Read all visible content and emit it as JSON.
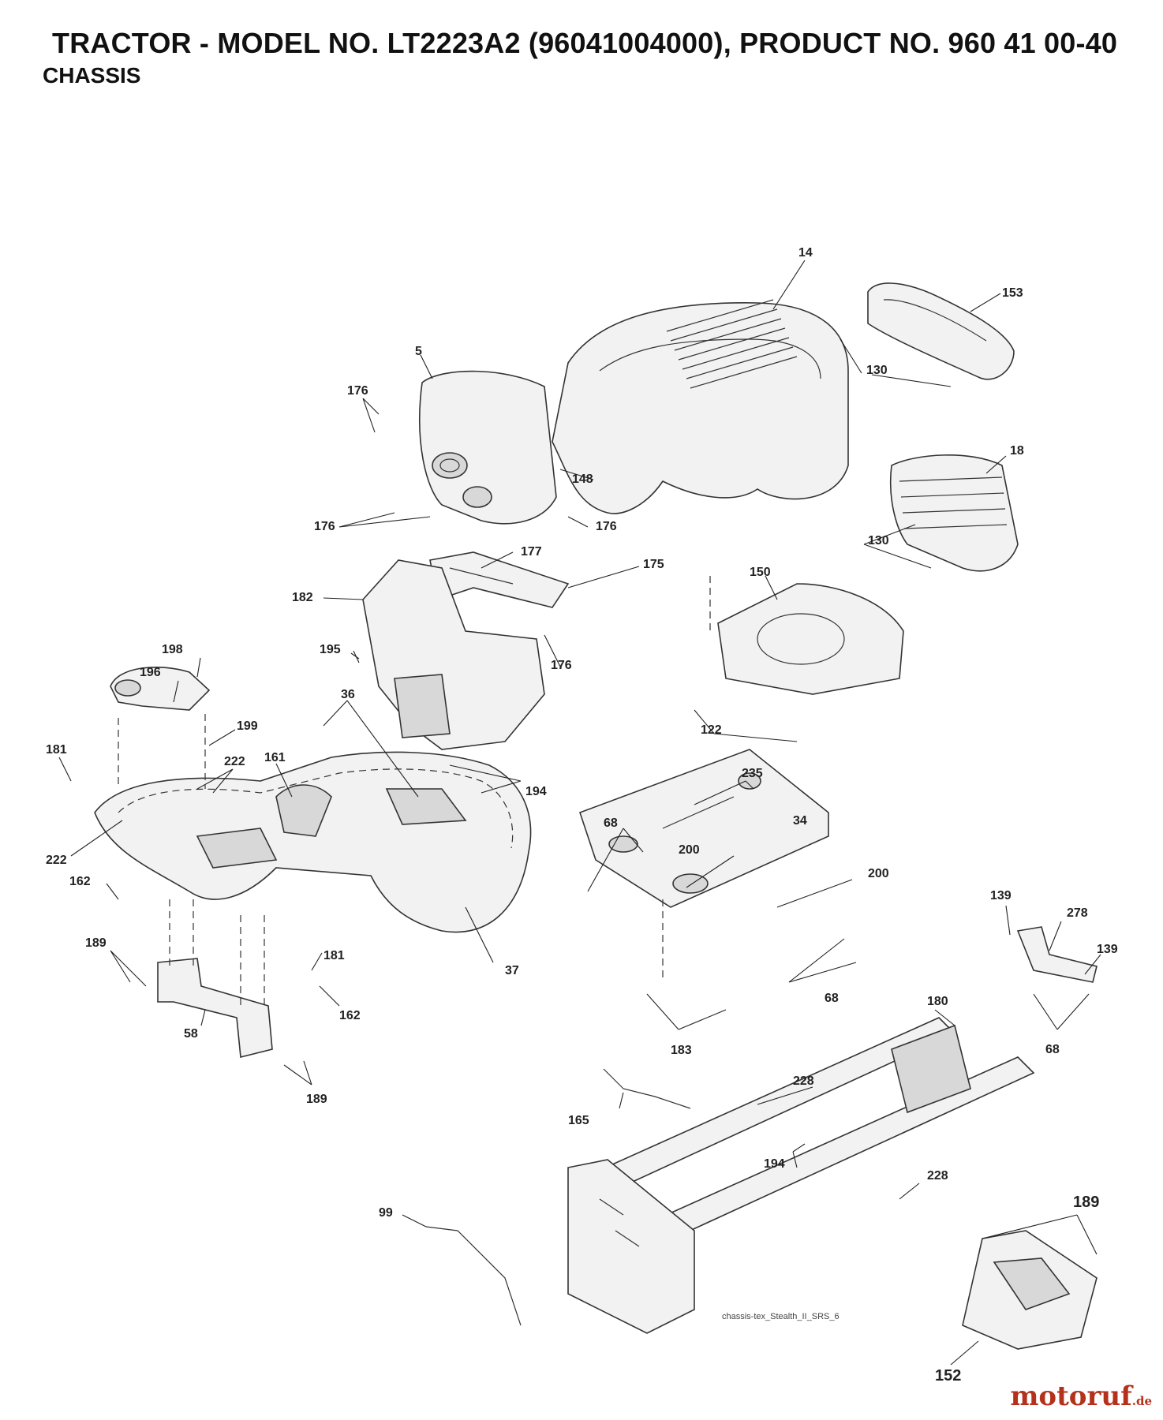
{
  "header": {
    "title": "TRACTOR - MODEL NO. LT2223A2 (96041004000), PRODUCT NO. 960 41 00-40",
    "subtitle": "CHASSIS"
  },
  "diagram": {
    "caption": "chassis-tex_Stealth_II_SRS_6",
    "part_labels": [
      "14",
      "153",
      "5",
      "176",
      "130",
      "148",
      "176",
      "18",
      "176",
      "177",
      "175",
      "130",
      "150",
      "182",
      "195",
      "176",
      "122",
      "198",
      "196",
      "199",
      "36",
      "161",
      "181",
      "222",
      "194",
      "222",
      "235",
      "34",
      "68",
      "200",
      "200",
      "162",
      "139",
      "278",
      "139",
      "189",
      "181",
      "37",
      "68",
      "162",
      "58",
      "183",
      "68",
      "180",
      "189",
      "228",
      "165",
      "194",
      "228",
      "99",
      "189",
      "152"
    ]
  },
  "watermark": {
    "brand": "motoruf",
    "tld": ".de",
    "color": "#b4321c"
  }
}
